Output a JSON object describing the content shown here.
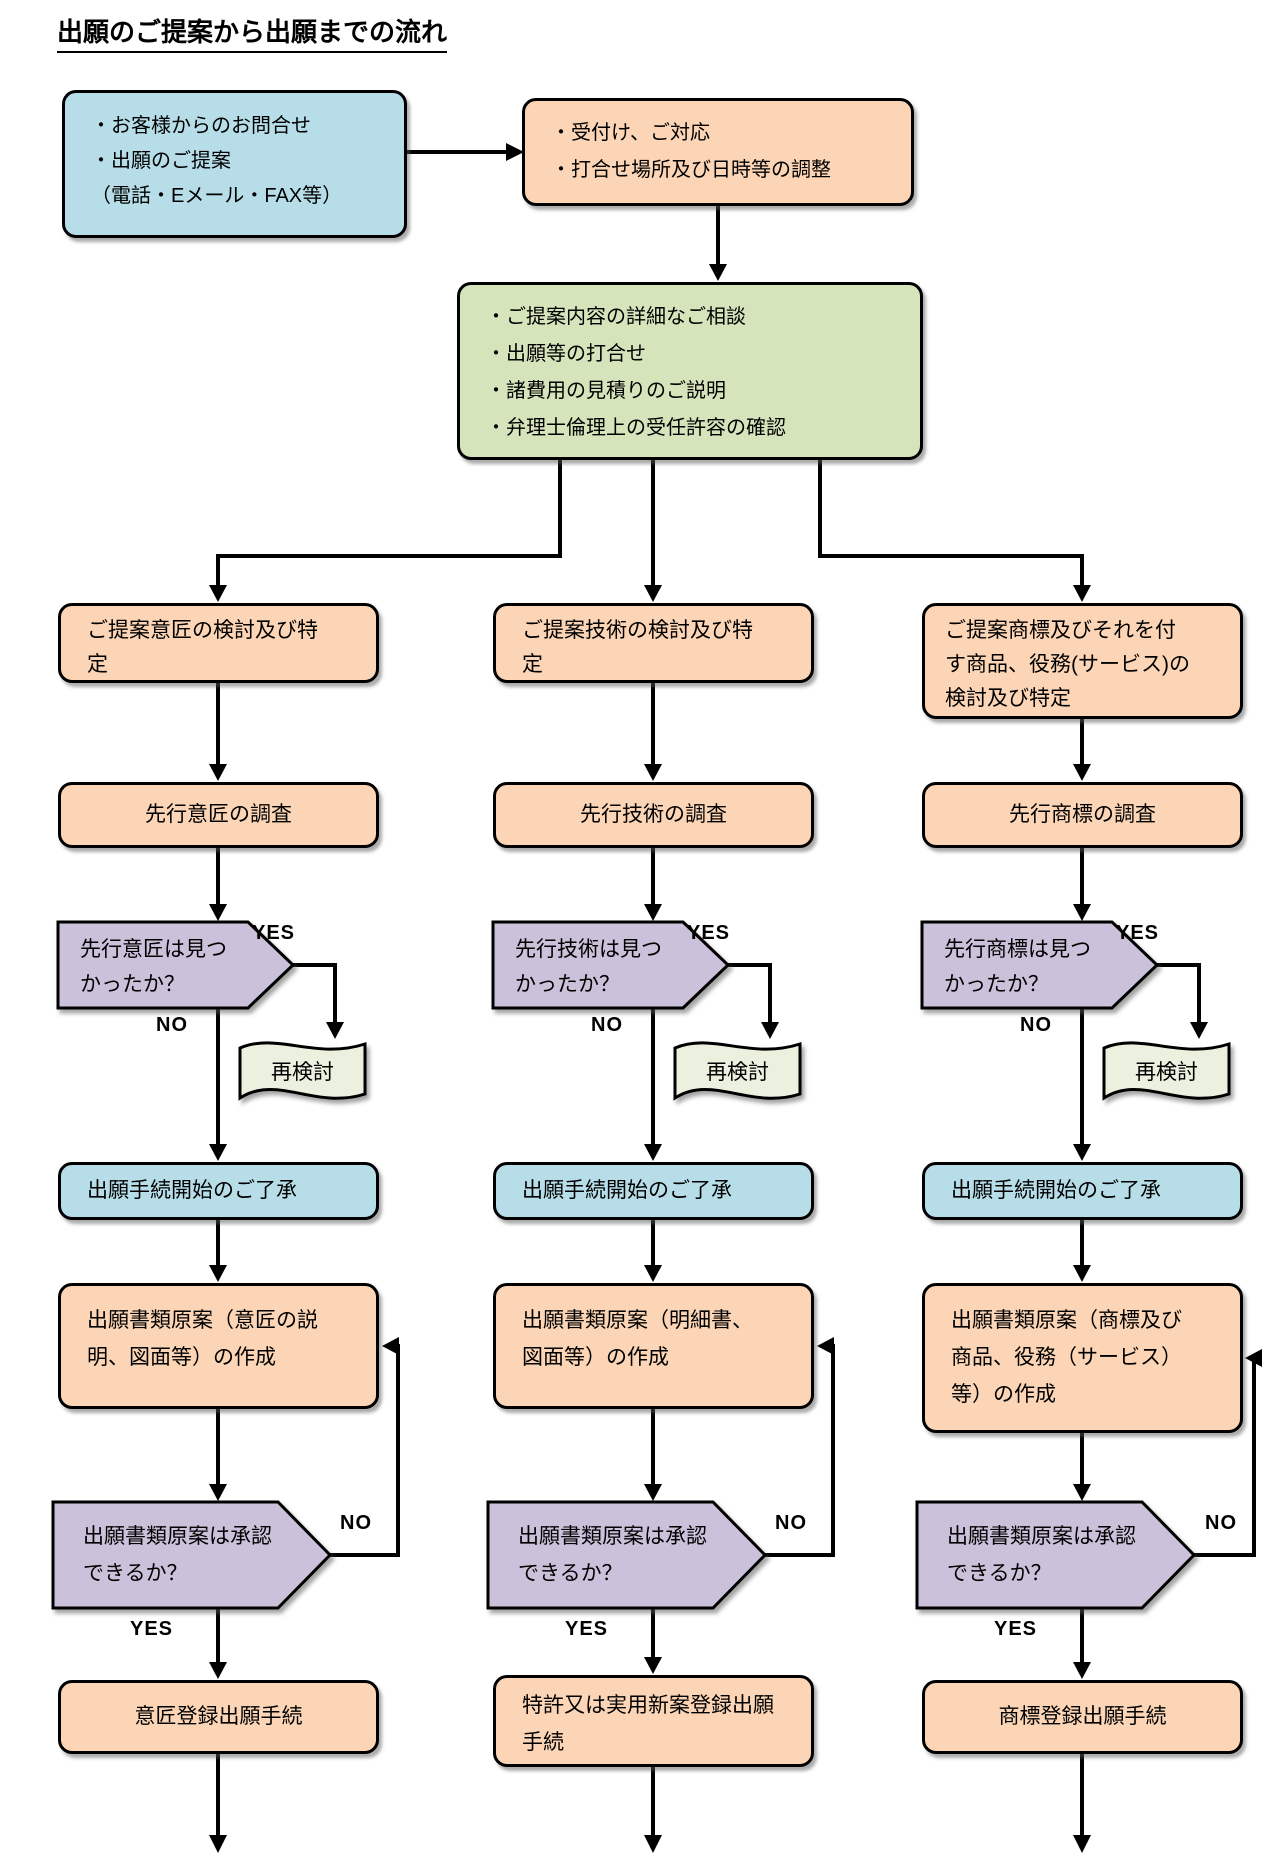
{
  "title": "出願のご提案から出願までの流れ",
  "labels": {
    "yes": "YES",
    "no": "NO",
    "rework": "再検討"
  },
  "colors": {
    "box_orange": "#FBD5B5",
    "box_blue": "#B7DEE8",
    "box_green": "#D6E4BC",
    "decision_purple": "#CCC1DA",
    "rework_green": "#EBF1DE",
    "line_black": "#000000"
  },
  "intro": {
    "inquiry_lines": [
      "・お客様からのお問合せ",
      "・出願のご提案",
      "（電話・Eメール・FAX等）"
    ],
    "reception_lines": [
      "・受付け、ご対応",
      "・打合せ場所及び日時等の調整"
    ],
    "consultation_lines": [
      "・ご提案内容の詳細なご相談",
      "・出願等の打合せ",
      "・諸費用の見積りのご説明",
      "・弁理士倫理上の受任許容の確認"
    ]
  },
  "columns": [
    {
      "id": "design",
      "header_lines": [
        "ご提案意匠の検討及び特",
        "定"
      ],
      "search": "先行意匠の調査",
      "found_q_lines": [
        "先行意匠は見つ",
        "かったか？"
      ],
      "consent": "出願手続開始のご了承",
      "draft_lines": [
        "出願書類原案（意匠の説",
        "明、図面等）の作成"
      ],
      "approve_q_lines": [
        "出願書類原案は承認",
        "できるか？"
      ],
      "final_lines": [
        "意匠登録出願手続"
      ]
    },
    {
      "id": "patent",
      "header_lines": [
        "ご提案技術の検討及び特",
        "定"
      ],
      "search": "先行技術の調査",
      "found_q_lines": [
        "先行技術は見つ",
        "かったか？"
      ],
      "consent": "出願手続開始のご了承",
      "draft_lines": [
        "出願書類原案（明細書、",
        "図面等）の作成"
      ],
      "approve_q_lines": [
        "出願書類原案は承認",
        "できるか？"
      ],
      "final_lines": [
        "特許又は実用新案登録出願",
        "手続"
      ]
    },
    {
      "id": "trademark",
      "header_lines": [
        "ご提案商標及びそれを付",
        "す商品、役務(サービス)の",
        "検討及び特定"
      ],
      "search": "先行商標の調査",
      "found_q_lines": [
        "先行商標は見つ",
        "かったか？"
      ],
      "consent": "出願手続開始のご了承",
      "draft_lines": [
        "出願書類原案（商標及び",
        "商品、役務（サービス）",
        "等）の作成"
      ],
      "approve_q_lines": [
        "出願書類原案は承認",
        "できるか？"
      ],
      "final_lines": [
        "商標登録出願手続"
      ]
    }
  ]
}
